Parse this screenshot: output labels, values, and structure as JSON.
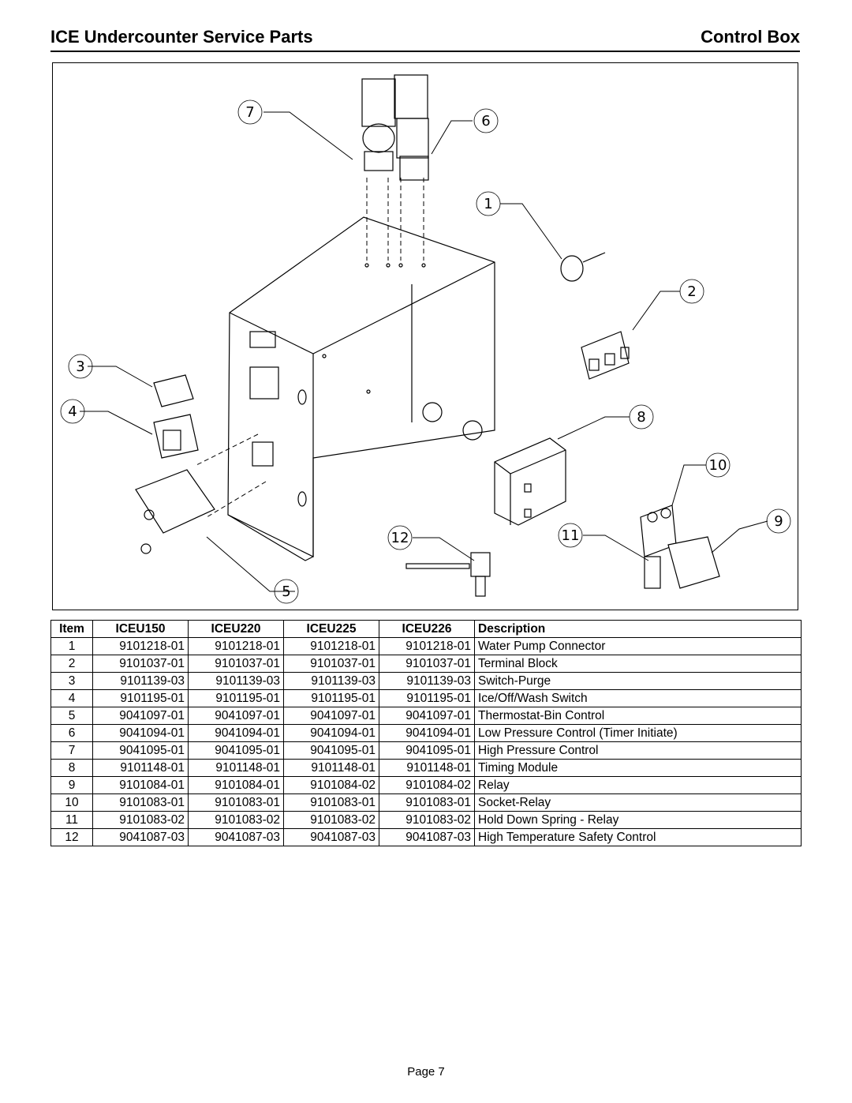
{
  "header": {
    "title": "ICE Undercounter Service Parts",
    "section": "Control Box"
  },
  "callouts": [
    "1",
    "2",
    "3",
    "4",
    "5",
    "6",
    "7",
    "8",
    "9",
    "10",
    "11",
    "12"
  ],
  "table": {
    "headers": [
      "Item",
      "ICEU150",
      "ICEU220",
      "ICEU225",
      "ICEU226",
      "Description"
    ],
    "rows": [
      [
        "1",
        "9101218-01",
        "9101218-01",
        "9101218-01",
        "9101218-01",
        "Water Pump Connector"
      ],
      [
        "2",
        "9101037-01",
        "9101037-01",
        "9101037-01",
        "9101037-01",
        "Terminal Block"
      ],
      [
        "3",
        "9101139-03",
        "9101139-03",
        "9101139-03",
        "9101139-03",
        "Switch-Purge"
      ],
      [
        "4",
        "9101195-01",
        "9101195-01",
        "9101195-01",
        "9101195-01",
        "Ice/Off/Wash Switch"
      ],
      [
        "5",
        "9041097-01",
        "9041097-01",
        "9041097-01",
        "9041097-01",
        "Thermostat-Bin Control"
      ],
      [
        "6",
        "9041094-01",
        "9041094-01",
        "9041094-01",
        "9041094-01",
        "Low Pressure Control (Timer Initiate)"
      ],
      [
        "7",
        "9041095-01",
        "9041095-01",
        "9041095-01",
        "9041095-01",
        "High Pressure Control"
      ],
      [
        "8",
        "9101148-01",
        "9101148-01",
        "9101148-01",
        "9101148-01",
        "Timing Module"
      ],
      [
        "9",
        "9101084-01",
        "9101084-01",
        "9101084-02",
        "9101084-02",
        "Relay"
      ],
      [
        "10",
        "9101083-01",
        "9101083-01",
        "9101083-01",
        "9101083-01",
        "Socket-Relay"
      ],
      [
        "11",
        "9101083-02",
        "9101083-02",
        "9101083-02",
        "9101083-02",
        "Hold Down Spring - Relay"
      ],
      [
        "12",
        "9041087-03",
        "9041087-03",
        "9041087-03",
        "9041087-03",
        "High Temperature Safety Control"
      ]
    ]
  },
  "footer": {
    "page": "Page 7"
  }
}
